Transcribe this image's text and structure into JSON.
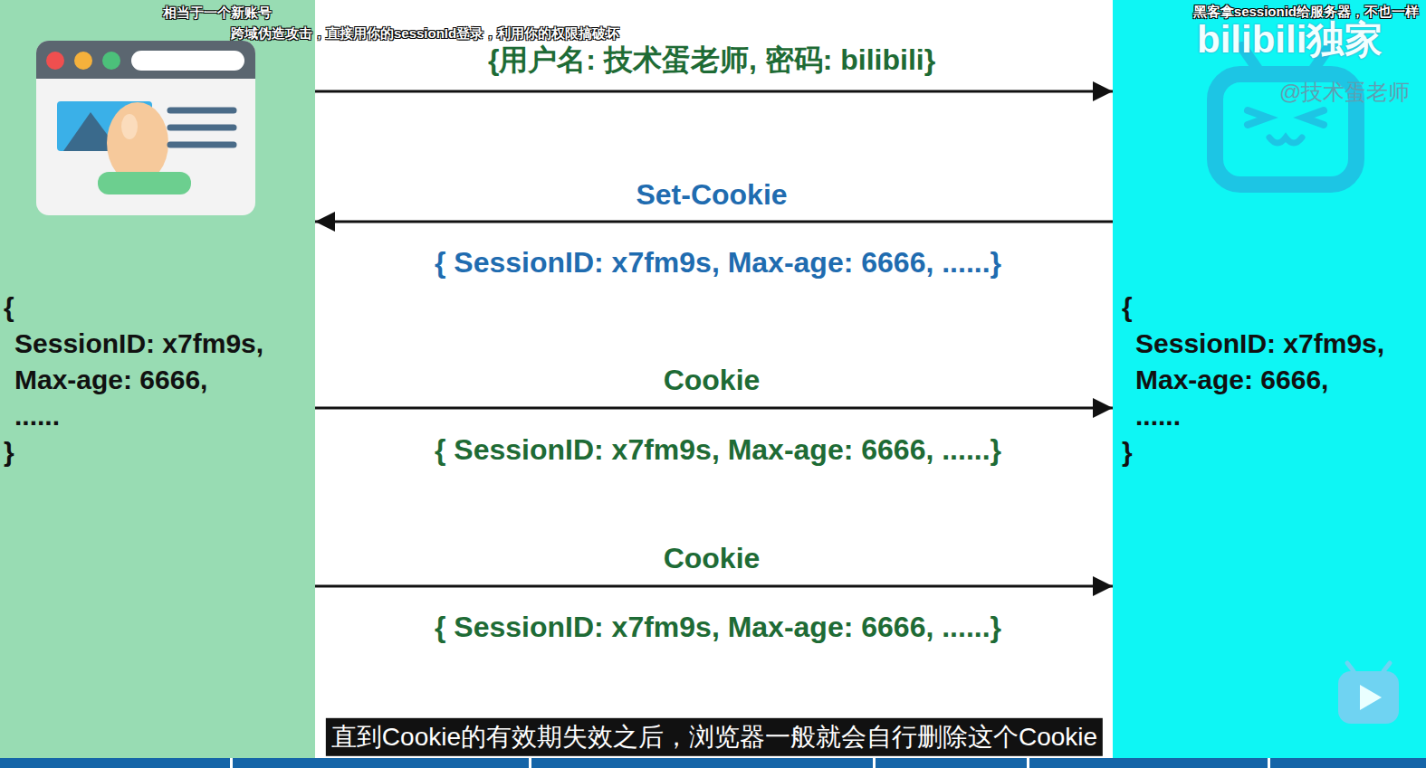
{
  "diagram": {
    "nodes": [
      {
        "text": [
          "{",
          "SessionID: x7fm9s,",
          "Max-age: 6666,",
          "......",
          "}"
        ]
      },
      {
        "text": [
          "{",
          "SessionID: x7fm9s,",
          "Max-age: 6666,",
          "......",
          "}"
        ]
      }
    ],
    "edges": [
      {
        "from": 0,
        "to": 1,
        "label": "{用户名: 技术蛋老师, 密码: bilibili}",
        "arrow": "to"
      },
      {
        "from": 1,
        "to": 0,
        "label": "Set-Cookie",
        "arrow": "to"
      },
      {
        "from": 0,
        "to": 1,
        "label": "Cookie",
        "arrow": "to"
      },
      {
        "from": 0,
        "to": 1,
        "label": "Cookie",
        "arrow": "to"
      }
    ],
    "labels": [
      "相当于一个新账号",
      "跨域伪造攻击，直接用你的sessionId登录，利用你的权限搞破坏",
      "黑客拿sessionid给服务器，不也一样",
      "bilibili独家",
      "@技术蛋老师",
      "{ SessionID: x7fm9s, Max-age: 6666, ......}",
      "{ SessionID: x7fm9s, Max-age: 6666, ......}",
      "{ SessionID: x7fm9s, Max-age: 6666, ......}",
      "直到Cookie的有效期失效之后，浏览器一般就会自行删除这个Cookie"
    ]
  }
}
